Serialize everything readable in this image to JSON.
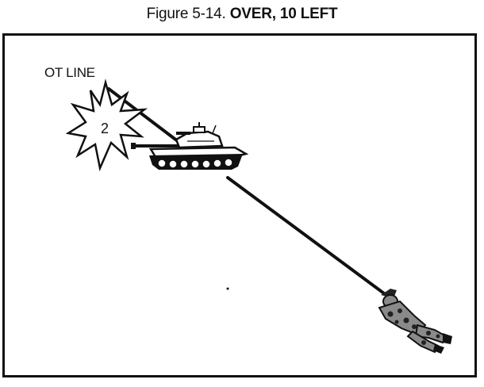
{
  "figure": {
    "number": "Figure 5-14.",
    "caption": "OVER, 10 LEFT"
  },
  "diagram": {
    "ot_line_label": "OT LINE",
    "burst_number": "2"
  },
  "colors": {
    "ink": "#111111",
    "camo_dark": "#222222",
    "camo_light": "#8a8a8a",
    "background": "#ffffff"
  },
  "icons": {
    "burst": "explosion-burst-icon",
    "target": "tank-icon",
    "observer": "prone-soldier-icon"
  }
}
